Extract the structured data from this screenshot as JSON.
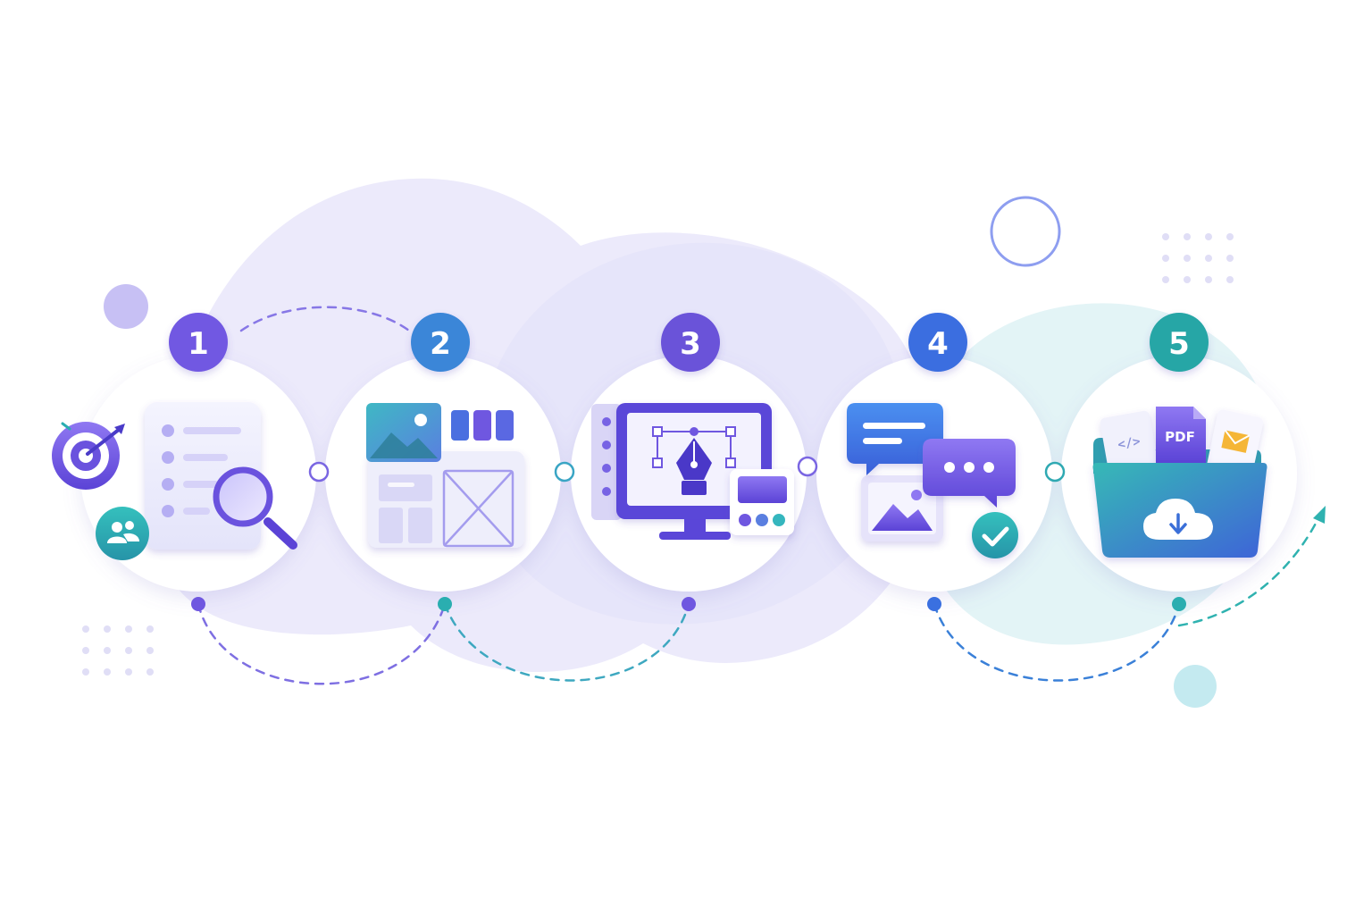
{
  "steps": [
    {
      "number": "1",
      "icon": "research-document-icon",
      "badge_color": "#7158e2"
    },
    {
      "number": "2",
      "icon": "wireframe-layout-icon",
      "badge_color": "#3b86d8"
    },
    {
      "number": "3",
      "icon": "design-monitor-pen-icon",
      "badge_color": "#6a52d9"
    },
    {
      "number": "4",
      "icon": "feedback-chat-icon",
      "badge_color": "#3a6ee0"
    },
    {
      "number": "5",
      "icon": "delivery-folder-icon",
      "badge_color": "#27a6a6"
    }
  ],
  "deliverables": {
    "pdf_label": "PDF",
    "code_label": "</>"
  },
  "colors": {
    "purple": "#6e56e0",
    "violet": "#8b6ff0",
    "blue": "#3d7be6",
    "teal": "#2aaeb0",
    "blob_lavender": "#eceafc",
    "blob_mint": "#e3f5f6"
  }
}
